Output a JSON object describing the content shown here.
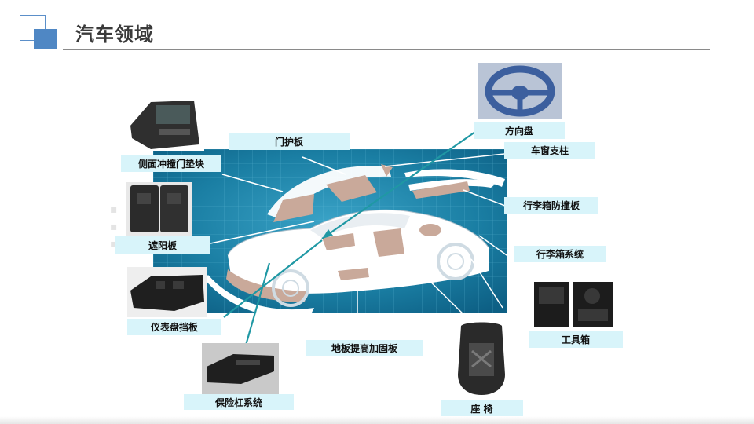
{
  "header": {
    "title": "汽车领域"
  },
  "labels": [
    {
      "key": "steering_wheel",
      "text": "方向盘"
    },
    {
      "key": "window_pillar",
      "text": "车窗支柱"
    },
    {
      "key": "door_panel",
      "text": "门护板"
    },
    {
      "key": "side_impact_pad",
      "text": "侧面冲撞门垫块"
    },
    {
      "key": "trunk_bumper_board",
      "text": "行李箱防撞板"
    },
    {
      "key": "sun_visor",
      "text": "遮阳板"
    },
    {
      "key": "trunk_system",
      "text": "行李箱系统"
    },
    {
      "key": "dashboard_baffle",
      "text": "仪表盘挡板"
    },
    {
      "key": "tool_box",
      "text": "工具箱"
    },
    {
      "key": "floor_reinforcement",
      "text": "地板提高加固板"
    },
    {
      "key": "bumper_system",
      "text": "保险杠系统"
    },
    {
      "key": "seat",
      "text": "座  椅"
    }
  ],
  "colors": {
    "accent": "#4f87c4",
    "label_bg": "#d8f4fa",
    "pointer_line": "#1f98a4",
    "panel_bg": "#1a7ea3"
  }
}
